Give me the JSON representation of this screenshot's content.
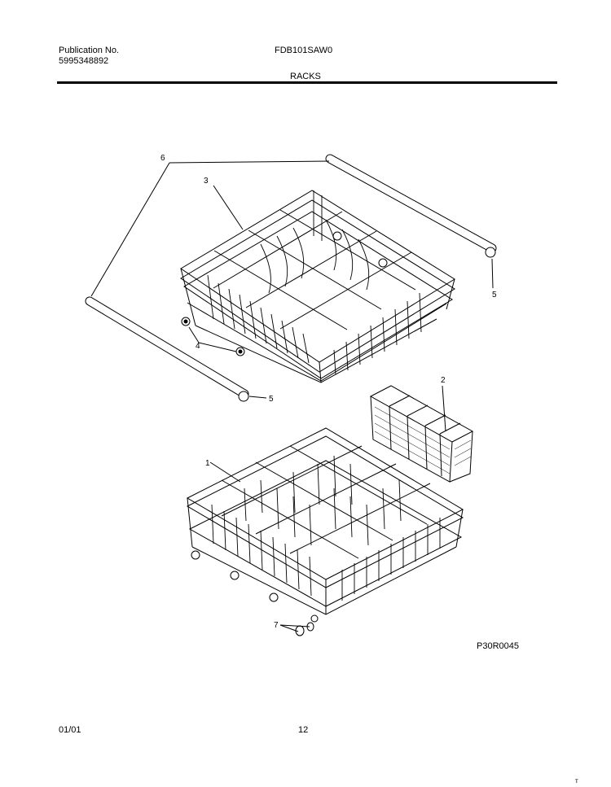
{
  "header": {
    "publication_label": "Publication No.",
    "publication_number": "5995348892",
    "model": "FDB101SAW0",
    "section": "RACKS"
  },
  "callouts": {
    "c1": "1",
    "c2": "2",
    "c3": "3",
    "c4": "4",
    "c5a": "5",
    "c5b": "5",
    "c6": "6",
    "c7": "7"
  },
  "diagram_code": "P30R0045",
  "footer": {
    "date": "01/01",
    "page": "12",
    "mark": "ᴛ"
  }
}
